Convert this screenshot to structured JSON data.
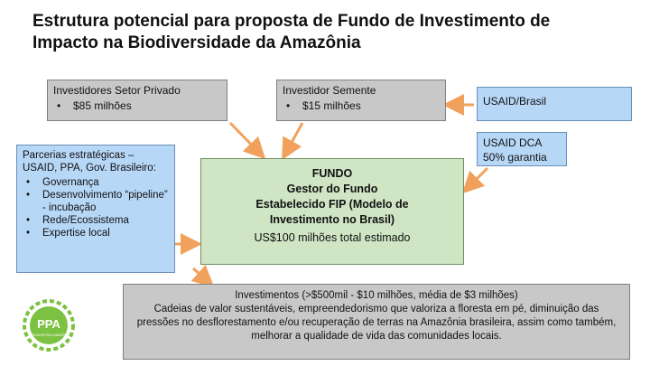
{
  "title": {
    "line1": "Estrutura potencial para proposta de Fundo de Investimento de",
    "line2": "Impacto na Biodiversidade da Amazônia"
  },
  "private_investors": {
    "label": "Investidores Setor Privado",
    "amount": "$85 milhões"
  },
  "seed_investor": {
    "label": "Investidor Semente",
    "amount": "$15 milhões"
  },
  "usaid_brasil": {
    "label": "USAID/Brasil"
  },
  "usaid_dca": {
    "line1": "USAID DCA",
    "line2": "50% garantia"
  },
  "partnerships": {
    "heading": "Parcerias estratégicas – USAID, PPA, Gov. Brasileiro:",
    "items": [
      "Governança",
      "Desenvolvimento “pipeline” - incubação",
      "Rede/Ecossistema",
      "Expertise local"
    ]
  },
  "fund": {
    "line1": "FUNDO",
    "line2": "Gestor do Fundo",
    "line3": "Estabelecido FIP (Modelo de Investimento no Brasil)",
    "line4": "US$100 milhões total estimado"
  },
  "investments": {
    "line1": "Investimentos (>$500mil  - $10 milhões, média de $3 milhões)",
    "line2": "Cadeias de valor sustentáveis, empreendedorismo que valoriza a floresta em pé, diminuição das pressões no desflorestamento  e/ou recuperação de terras na Amazônia brasileira, assim como também, melhorar a qualidade de vida das comunidades locais."
  },
  "logo": {
    "letters": "PPA",
    "tagline": "PARCEIROS PELA AMAZÔNIA"
  },
  "colors": {
    "arrow": "#f2a15c",
    "gray_box": "#c8c8c8",
    "blue_box": "#b7d7f7",
    "green_box": "#cfe5c4"
  }
}
